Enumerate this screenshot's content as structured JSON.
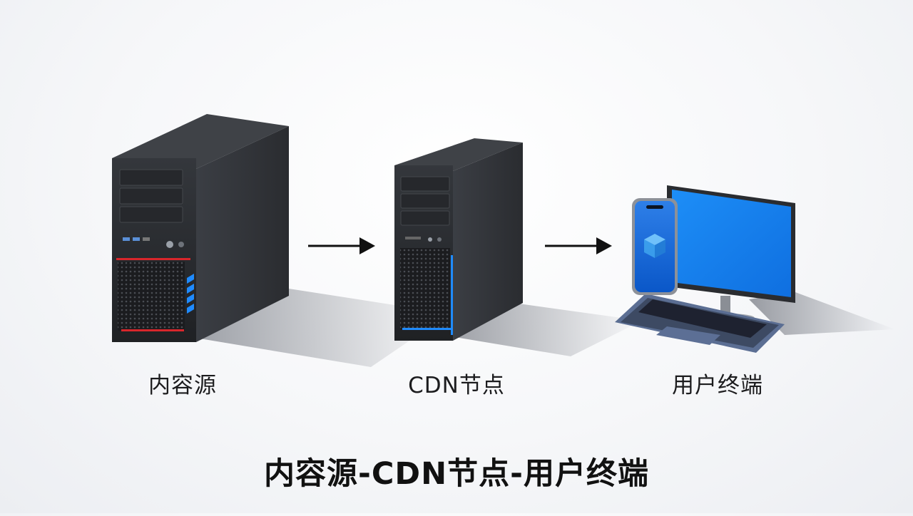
{
  "nodes": [
    {
      "id": "source",
      "label": "内容源"
    },
    {
      "id": "cdn",
      "label": "CDN节点"
    },
    {
      "id": "client",
      "label": "用户终端"
    }
  ],
  "edges": [
    {
      "from": "source",
      "to": "cdn"
    },
    {
      "from": "cdn",
      "to": "client"
    }
  ],
  "caption": "内容源-CDN节点-用户终端",
  "colors": {
    "case_dark": "#2b2d31",
    "case_side": "#3a3d42",
    "accent_red": "#d8262b",
    "accent_blue": "#1f8bff",
    "screen_blue": "#1a86f5",
    "arrow": "#111111"
  }
}
